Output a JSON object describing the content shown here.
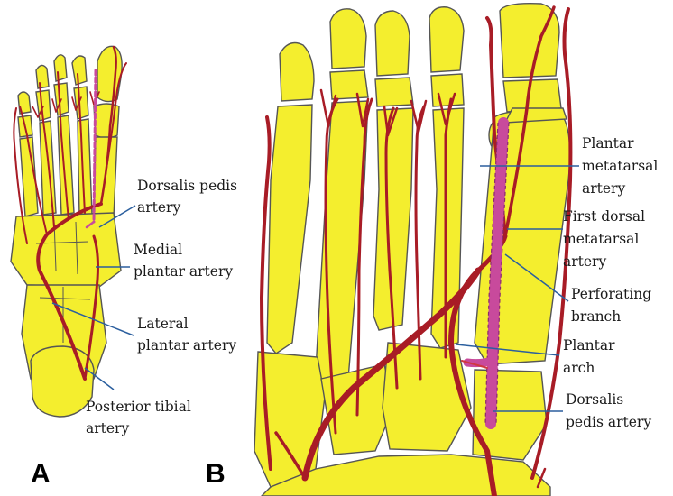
{
  "panel_a": {
    "letter": "A",
    "labels": {
      "dorsalis": [
        "Dorsalis pedis",
        "artery"
      ],
      "medial": [
        "Medial",
        "plantar artery"
      ],
      "lateral": [
        "Lateral",
        "plantar artery"
      ],
      "posterior": [
        "Posterior tibial",
        "artery"
      ]
    }
  },
  "panel_b": {
    "letter": "B",
    "labels": {
      "plantar_meta": [
        "Plantar",
        "metatarsal",
        "artery"
      ],
      "first_dorsal": [
        "First dorsal",
        "metatarsal",
        "artery"
      ],
      "perforating": [
        "Perforating",
        "branch"
      ],
      "plantar_arch": [
        "Plantar",
        "arch"
      ],
      "dorsalis": [
        "Dorsalis",
        "pedis artery"
      ]
    }
  },
  "colors": {
    "bone": "#f4ee2e",
    "artery": "#a81c26",
    "dorsal_artery": "#c84a9c",
    "leader": "#2b5f9e"
  }
}
